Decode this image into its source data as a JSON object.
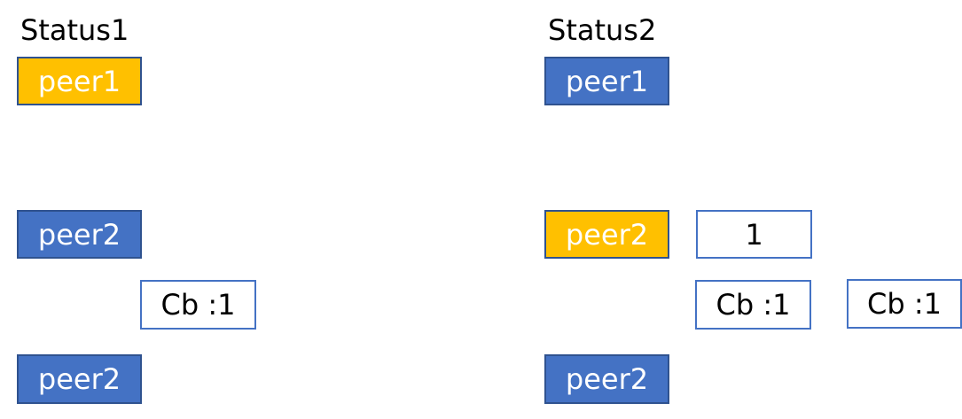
{
  "status1": {
    "title": "Status1",
    "peer_top": "peer1",
    "peer_middle": "peer2",
    "callback": "Cb :1",
    "peer_bottom": "peer2"
  },
  "status2": {
    "title": "Status2",
    "peer_top": "peer1",
    "peer_middle": "peer2",
    "value_box": "1",
    "callback_left": "Cb :1",
    "callback_right": "Cb :1",
    "peer_bottom": "peer2"
  },
  "colors": {
    "peer_fill": "#4472c4",
    "active_peer_fill": "#ffc000",
    "peer_border": "#2f528f",
    "outline_border": "#4472c4"
  }
}
